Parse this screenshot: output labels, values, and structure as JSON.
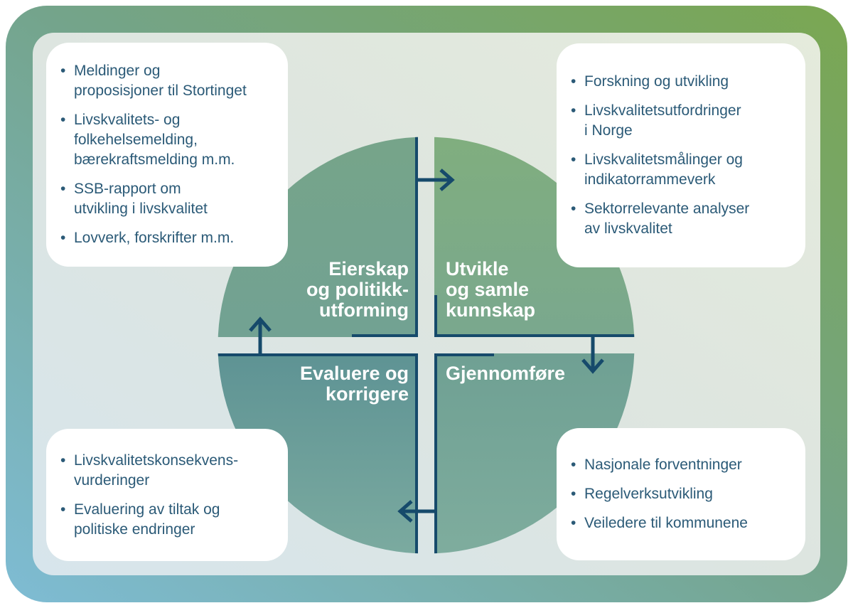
{
  "icons": {
    "bullet": "•",
    "arrow_top": "arrow-right",
    "arrow_right_side": "arrow-down",
    "arrow_bottom": "arrow-left",
    "arrow_left_side": "arrow-up"
  },
  "colors": {
    "accent_line": "#164a6b",
    "bullet_text": "#2b5a77",
    "label_text": "#ffffff",
    "card_bg": "#ffffff",
    "frame_blue": "#7ebcd4",
    "frame_green": "#7aa751",
    "frame_teal": "#5d9489",
    "frame_sage": "#8cab8e",
    "quadrant_green": "#7dab83",
    "quadrant_teal": "#5f9495",
    "inner_bg": "#dde7e2"
  },
  "cycle": {
    "direction": "clockwise"
  },
  "quadrants": {
    "top_left": {
      "label": "Eierskap\nog politikk-\nutforming"
    },
    "top_right": {
      "label": "Utvikle\nog samle\nkunnskap"
    },
    "bottom_left": {
      "label": "Evaluere og\nkorrigere"
    },
    "bottom_right": {
      "label": "Gjennomføre"
    }
  },
  "cards": {
    "top_left": {
      "items": [
        "Meldinger og\nproposisjoner til Stortinget",
        "Livskvalitets- og\nfolkehelsemelding,\nbærekraftsmelding m.m.",
        "SSB-rapport om\nutvikling i livskvalitet",
        "Lovverk, forskrifter m.m."
      ]
    },
    "top_right": {
      "items": [
        "Forskning og utvikling",
        "Livskvalitetsutfordringer\ni Norge",
        "Livskvalitetsmålinger og\nindikatorrammeverk",
        "Sektorrelevante analyser\nav livskvalitet"
      ]
    },
    "bottom_left": {
      "items": [
        "Livskvalitetskonsekvens-\nvurderinger",
        "Evaluering av tiltak og\npolitiske endringer"
      ]
    },
    "bottom_right": {
      "items": [
        "Nasjonale forventninger",
        "Regelverksutvikling",
        "Veiledere til kommunene"
      ]
    }
  }
}
